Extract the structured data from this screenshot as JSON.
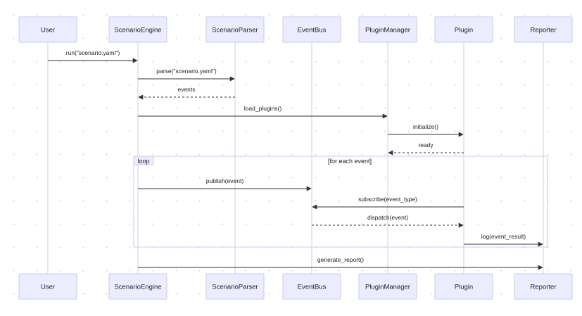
{
  "participants": [
    {
      "id": "user",
      "label": "User"
    },
    {
      "id": "engine",
      "label": "ScenarioEngine"
    },
    {
      "id": "parser",
      "label": "ScenarioParser"
    },
    {
      "id": "bus",
      "label": "EventBus"
    },
    {
      "id": "pm",
      "label": "PluginManager"
    },
    {
      "id": "plugin",
      "label": "Plugin"
    },
    {
      "id": "reporter",
      "label": "Reporter"
    }
  ],
  "messages": [
    {
      "from": "user",
      "to": "engine",
      "label": "run(\"scenario.yaml\")",
      "style": "solid"
    },
    {
      "from": "engine",
      "to": "parser",
      "label": "parse(\"scenario.yaml\")",
      "style": "solid"
    },
    {
      "from": "parser",
      "to": "engine",
      "label": "events",
      "style": "dashed"
    },
    {
      "from": "engine",
      "to": "pm",
      "label": "load_plugins()",
      "style": "solid"
    },
    {
      "from": "pm",
      "to": "plugin",
      "label": "initialize()",
      "style": "solid"
    },
    {
      "from": "plugin",
      "to": "pm",
      "label": "ready",
      "style": "dashed"
    },
    {
      "from": "engine",
      "to": "bus",
      "label": "publish(event)",
      "style": "solid"
    },
    {
      "from": "plugin",
      "to": "bus",
      "label": "subscribe(event_type)",
      "style": "solid"
    },
    {
      "from": "bus",
      "to": "plugin",
      "label": "dispatch(event)",
      "style": "dashed"
    },
    {
      "from": "plugin",
      "to": "reporter",
      "label": "log(event_result)",
      "style": "solid"
    },
    {
      "from": "engine",
      "to": "reporter",
      "label": "generate_report()",
      "style": "solid"
    }
  ],
  "loop": {
    "keyword": "loop",
    "condition": "[for each event]"
  },
  "colors": {
    "box_fill": "#ececff",
    "box_stroke": "#c9c9f0",
    "lifeline": "#cfcfe8",
    "arrow": "#333333",
    "text": "#222222",
    "loop_stroke": "#c9c9f0"
  }
}
